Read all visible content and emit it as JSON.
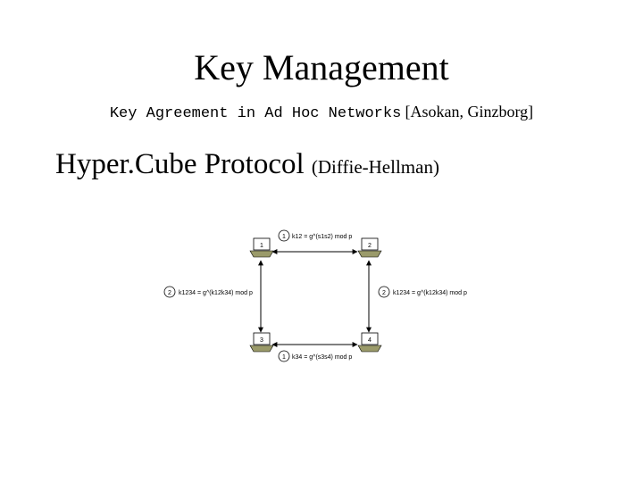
{
  "slide": {
    "title": "Key Management",
    "subtitle_mono": "Key Agreement in Ad Hoc Networks",
    "subtitle_citation": "[Asokan, Ginzborg]",
    "heading_main": "Hyper.Cube Protocol",
    "heading_paren": "(Diffie-Hellman)"
  },
  "diagram": {
    "nodes": [
      {
        "label": "1"
      },
      {
        "label": "2"
      },
      {
        "label": "3"
      },
      {
        "label": "4"
      }
    ],
    "edges": [
      {
        "round": "1",
        "key": "k12 = g^(s1s2) mod p"
      },
      {
        "round": "1",
        "key": "k34 = g^(s3s4) mod p"
      },
      {
        "round": "2",
        "key": "k1234 = g^(k12k34) mod p"
      },
      {
        "round": "2",
        "key": "k1234 = g^(k12k34) mod p"
      }
    ]
  }
}
